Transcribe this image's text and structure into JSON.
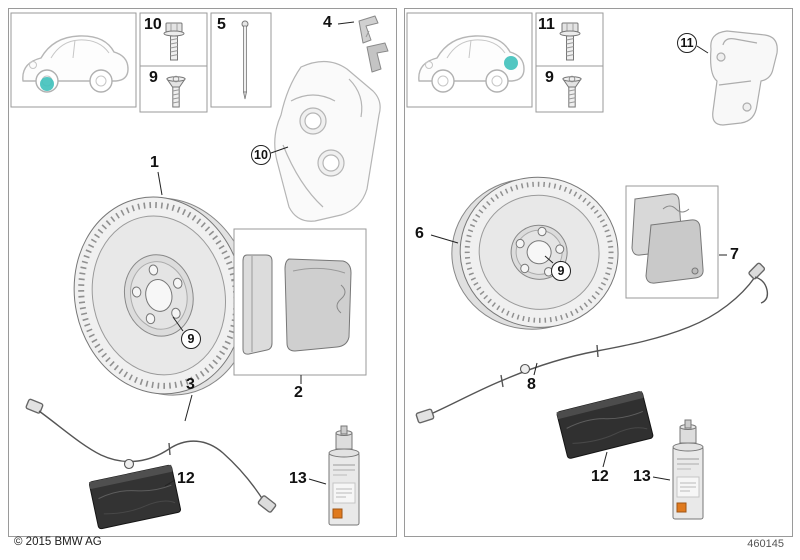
{
  "footer": {
    "copyright": "© 2015 BMW AG",
    "diagram_number": "460145"
  },
  "colors": {
    "highlight": "#3fc1bb"
  },
  "left_panel": {
    "callouts": {
      "disc": "1",
      "pads": "2",
      "sensor": "3",
      "clips": "4",
      "pin": "5",
      "bag": "12",
      "spray": "13",
      "inset_bolt": "10",
      "inset_screw": "9"
    },
    "circled": {
      "caliper": "10",
      "hub_screw": "9"
    }
  },
  "right_panel": {
    "callouts": {
      "disc": "6",
      "pads": "7",
      "sensor": "8",
      "bag": "12",
      "spray": "13",
      "inset_bolt": "11",
      "inset_screw": "9"
    },
    "circled": {
      "carrier": "11",
      "hub_screw": "9"
    }
  }
}
